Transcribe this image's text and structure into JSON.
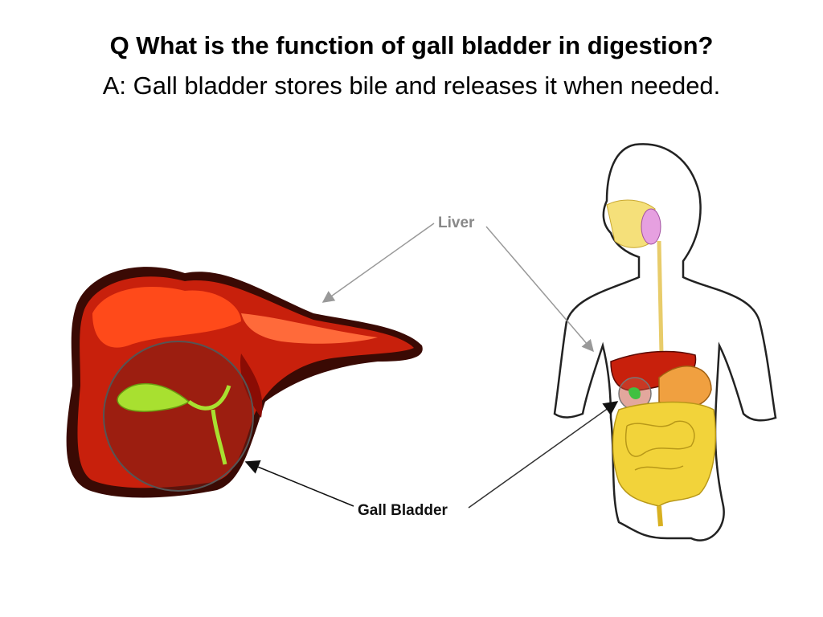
{
  "slide": {
    "question": "Q What is the function of gall bladder in digestion?",
    "answer": "A: Gall bladder stores bile and releases it when needed."
  },
  "diagram": {
    "labels": {
      "liver": "Liver",
      "gall_bladder": "Gall Bladder"
    },
    "colors": {
      "liver": "#d42a10",
      "liver_highlight": "#ff5a2a",
      "liver_outline": "#3a0a04",
      "gall_bladder": "#9ed62a",
      "intestine": "#f2d33a",
      "liver_label": "#888888",
      "gall_label": "#111111"
    }
  }
}
